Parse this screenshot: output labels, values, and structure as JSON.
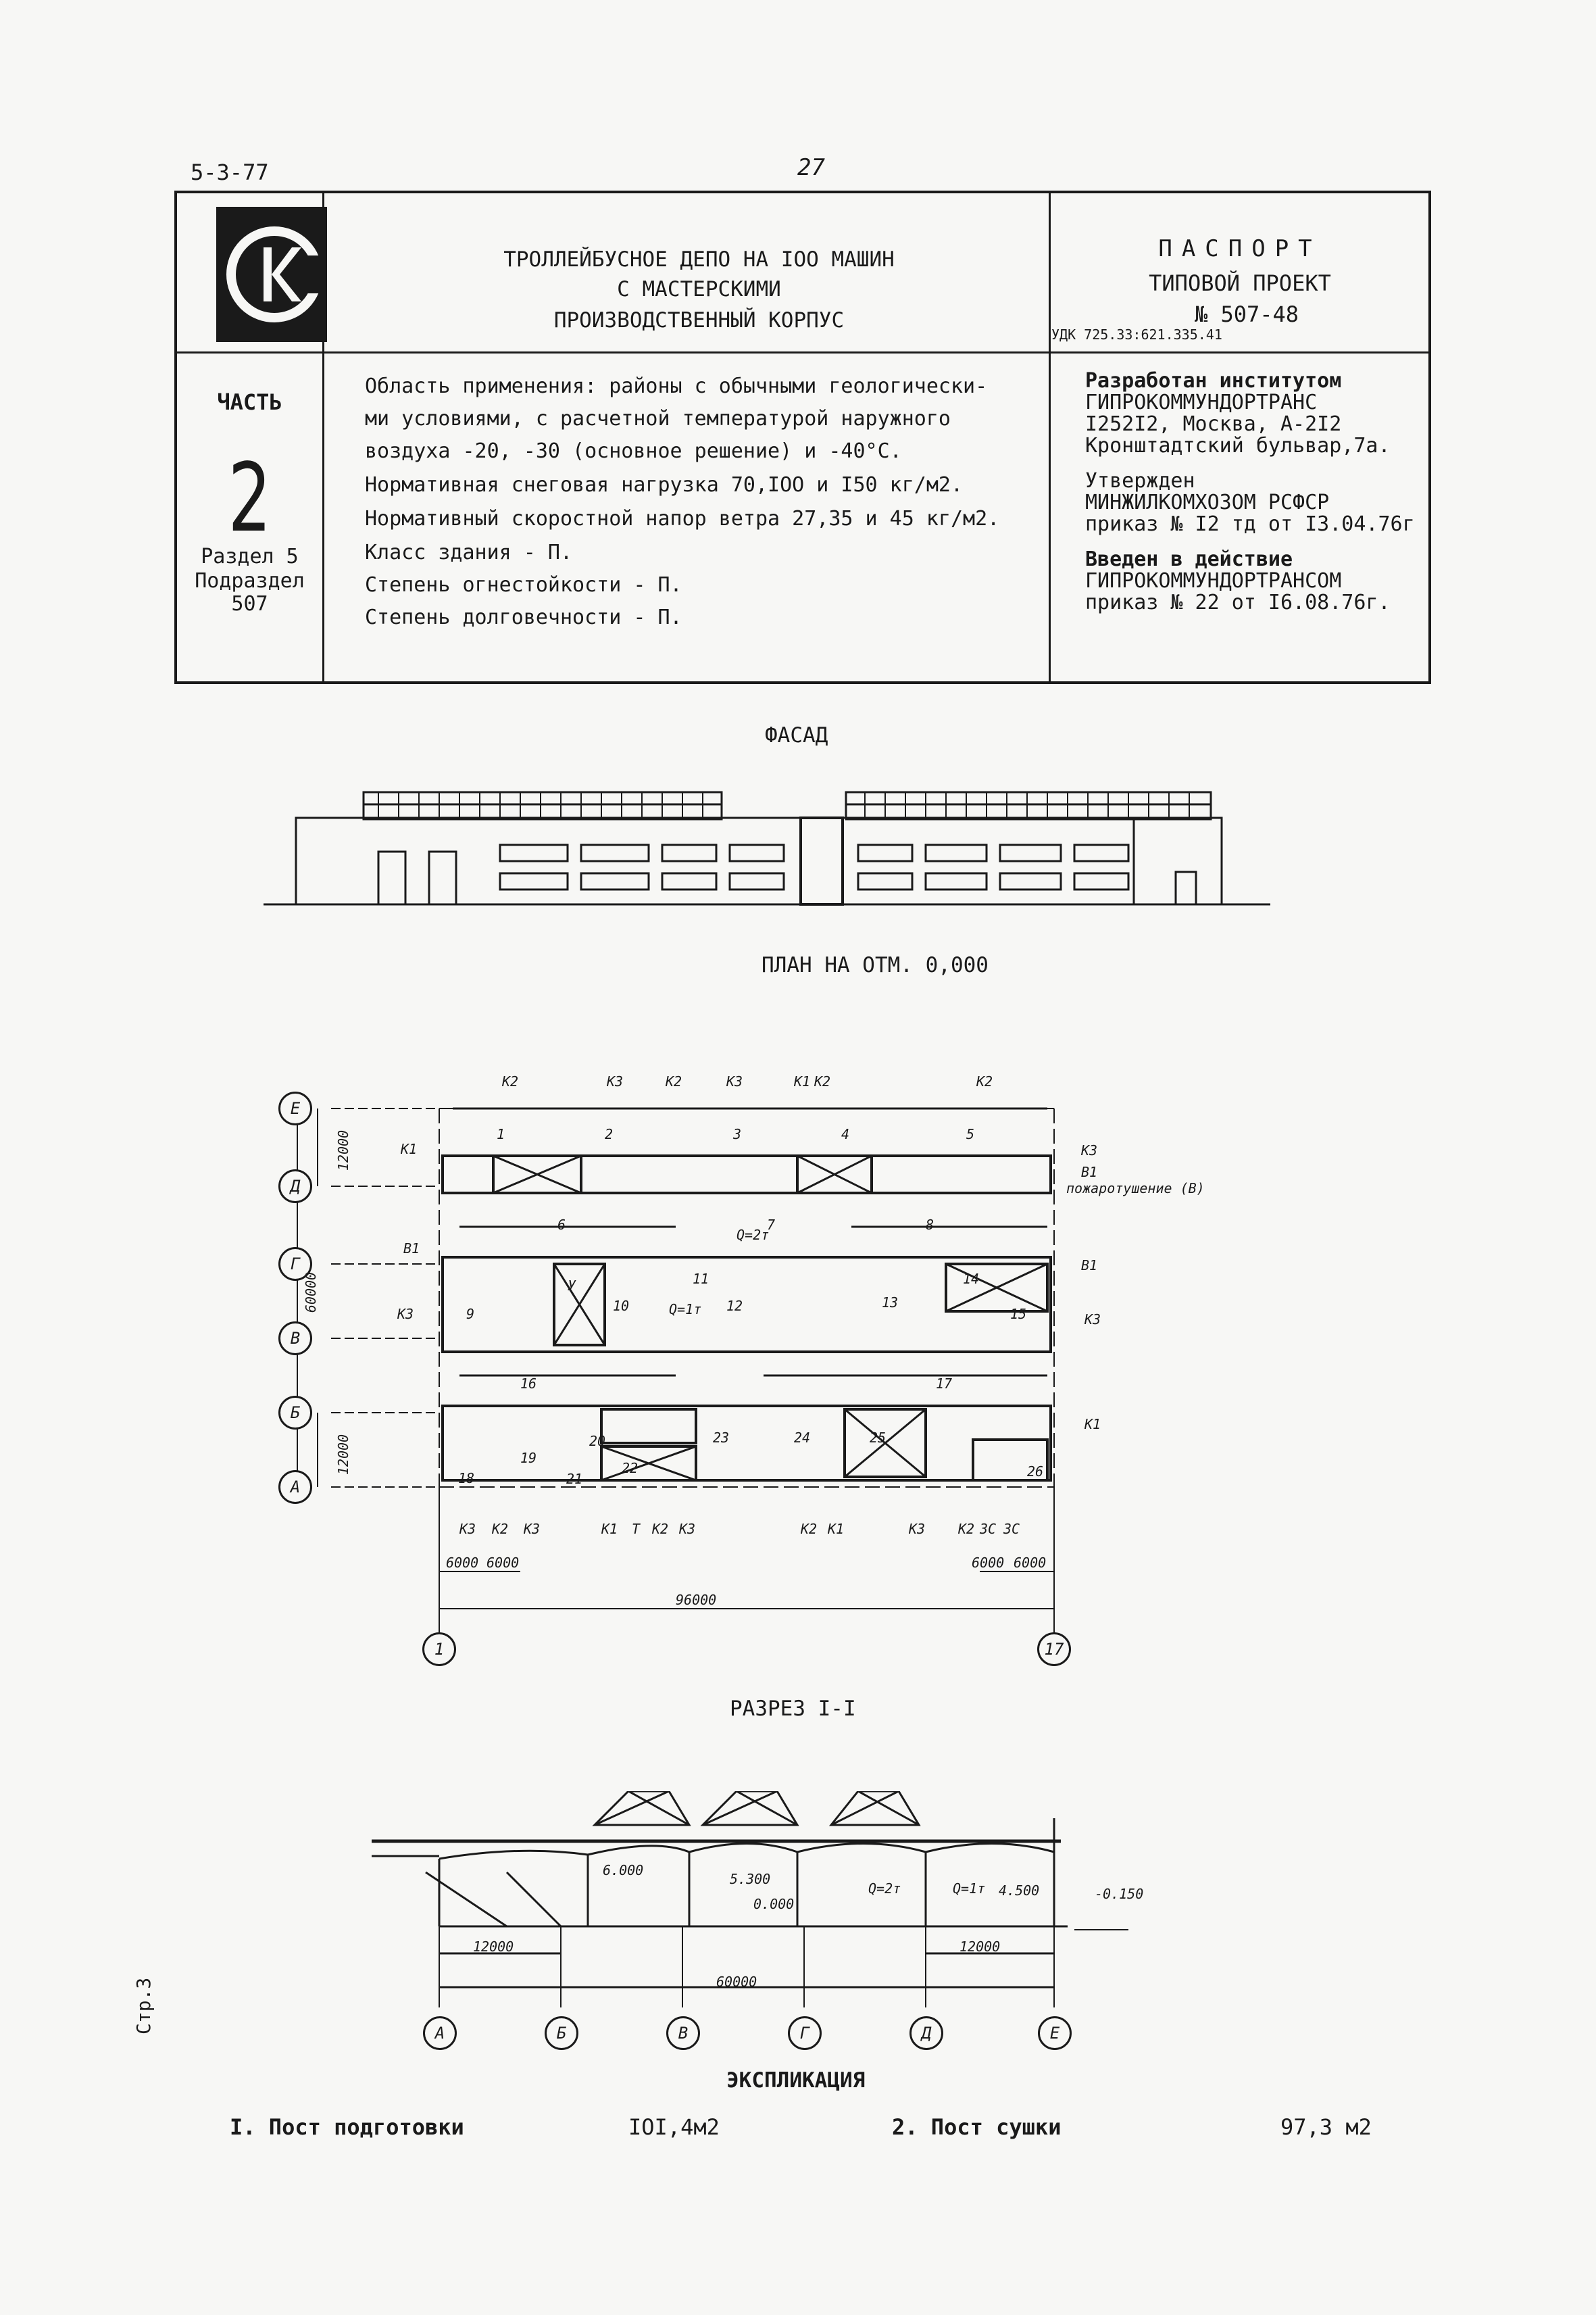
{
  "header": {
    "doc_code": "5-3-77",
    "page_number": "27"
  },
  "passport": {
    "title_lines": [
      "ТРОЛЛЕЙБУСНОЕ ДЕПО НА IOO МАШИН",
      "С МАСТЕРСКИМИ",
      "ПРОИЗВОДСТВЕННЫЙ КОРПУС"
    ],
    "passport_word": "ПАСПОРТ",
    "project_type": "ТИПОВОЙ ПРОЕКТ",
    "project_number": "№ 507-48",
    "udk": "УДК 725.33:621.335.41",
    "part_label": "ЧАСТЬ",
    "part_number": "2",
    "section_lines": [
      "Раздел 5",
      "Подраздел",
      "507"
    ],
    "scope_lines": [
      "Область применения: районы с обычными геологически-",
      "ми условиями, с расчетной температурой наружного",
      "воздуха -20, -30 (основное решение) и -40°С.",
      "Нормативная снеговая нагрузка 70,IOO и I50 кг/м2.",
      "Нормативный скоростной напор ветра 27,35 и 45 кг/м2.",
      "Класс здания - П.",
      "Степень огнестойкости - П.",
      "Степень долговечности - П."
    ],
    "developer_lines": [
      "Разработан институтом",
      "ГИПРОКОММУНДОРТРАНС",
      "I252I2, Москва, А-2I2",
      "Кронштадтский бульвар,7а."
    ],
    "approved_lines": [
      "Утвержден",
      "МИНЖИЛКОМХОЗОМ РСФСР",
      "приказ № I2 тд от I3.04.76г"
    ],
    "introduced_lines": [
      "Введен в действие",
      "ГИПРОКОММУНДОРТРАНСОМ",
      "приказ № 22 от I6.08.76г."
    ]
  },
  "drawings": {
    "facade_caption": "ФАСАД",
    "plan_caption": "ПЛАН НА ОТМ. 0,000",
    "section_caption": "РАЗРЕЗ I-I",
    "plan": {
      "row_axes": [
        "Е",
        "Д",
        "Г",
        "В",
        "Б",
        "А"
      ],
      "column_axes": [
        "1",
        "17"
      ],
      "dim_total_width": "96000",
      "dim_total_height": "60000",
      "dim_bay_12000": "12000",
      "dim_bay_6000": "6000",
      "rooms": [
        "1",
        "2",
        "3",
        "4",
        "5",
        "6",
        "7",
        "8",
        "9",
        "10",
        "11",
        "12",
        "13",
        "14",
        "15",
        "16",
        "17",
        "18",
        "19",
        "20",
        "21",
        "22",
        "23",
        "24",
        "25",
        "26"
      ],
      "markers": [
        "К1",
        "К2",
        "К3",
        "В1",
        "Т",
        "ЗС",
        "У"
      ],
      "fire_note": "пожаротушение (В)",
      "crane_label": "Q=2т",
      "crane_label_1t": "Q=1т"
    },
    "section": {
      "axes": [
        "А",
        "Б",
        "В",
        "Г",
        "Д",
        "Е"
      ],
      "dims": [
        "12000",
        "60000",
        "12000"
      ],
      "levels": [
        "6.000",
        "5.300",
        "0.000",
        "4.500",
        "-0.150"
      ],
      "crane_label": "Q=2т",
      "crane_label_1t": "Q=1т"
    }
  },
  "side_label": "Стр.3",
  "explication": {
    "title": "ЭКСПЛИКАЦИЯ",
    "items": [
      {
        "name": "I. Пост подготовки",
        "area": "IOI,4м2"
      },
      {
        "name": "2. Пост сушки",
        "area": "97,3 м2"
      }
    ]
  }
}
